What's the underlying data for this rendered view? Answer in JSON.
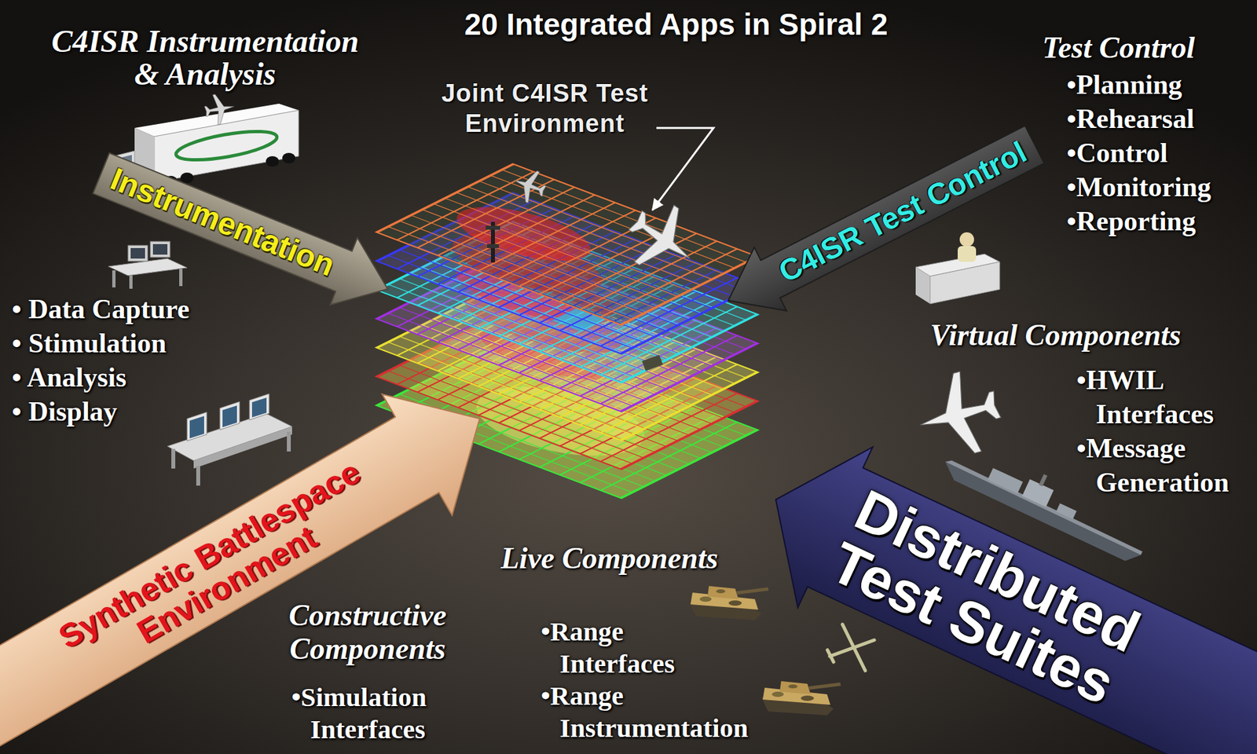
{
  "diagram": {
    "title": "20 Integrated Apps in Spiral 2",
    "nodes": [
      {
        "text": [
          "Instrumentation"
        ]
      },
      {
        "text": [
          "C4ISR Test Control"
        ]
      },
      {
        "text": [
          "Synthetic Battlespace Environment"
        ]
      },
      {
        "text": [
          "Distributed Test Suites"
        ]
      }
    ],
    "labels": [
      "C4ISR Instrumentation & Analysis",
      "• Data Capture",
      "• Stimulation",
      "• Analysis",
      "• Display",
      "Joint C4ISR Test Environment",
      "Test Control",
      "•Planning",
      "•Rehearsal",
      "•Control",
      "•Monitoring",
      "•Reporting",
      "Virtual Components",
      "•HWIL Interfaces",
      "•Message Generation",
      "Live Components",
      "•Range Interfaces",
      "•Range Instrumentation",
      "Constructive Components",
      "•Simulation Interfaces"
    ]
  }
}
